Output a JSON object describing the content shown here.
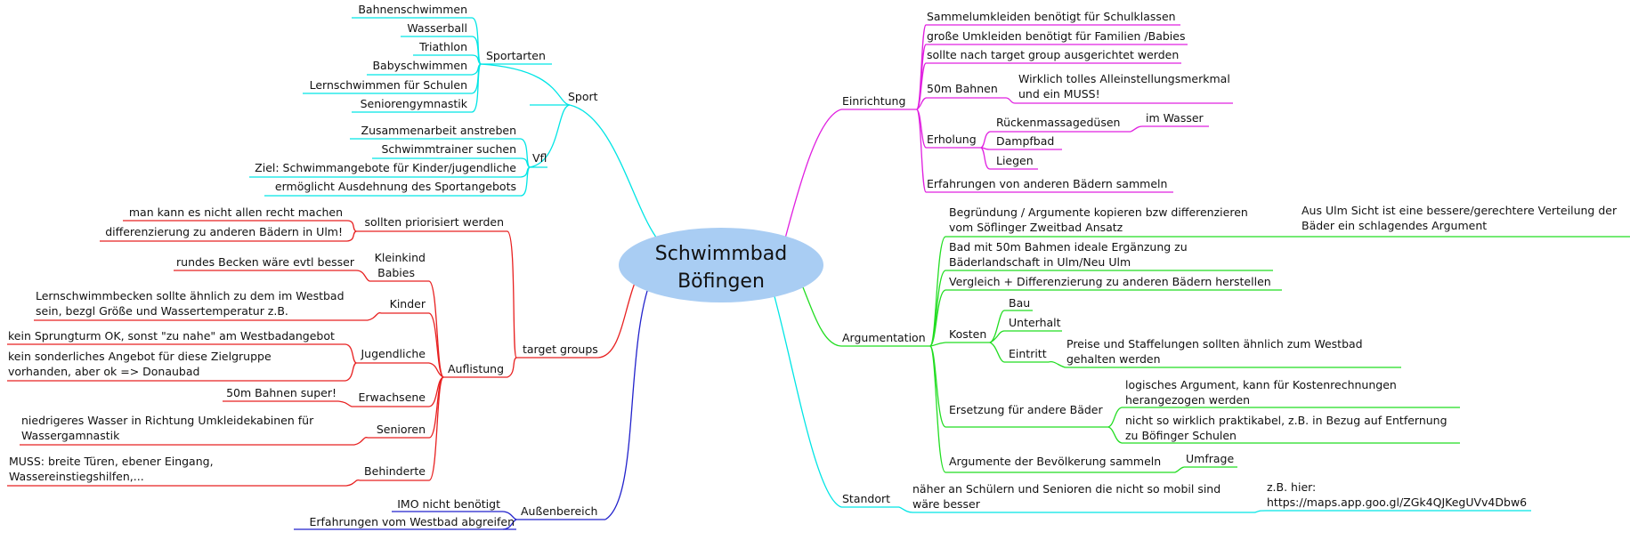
{
  "center": {
    "line1": "Schwimmbad",
    "line2": "Böfingen"
  },
  "colors": {
    "sport": "#00e5e5",
    "target": "#e82020",
    "aussen": "#2222cc",
    "einrichtung": "#e020e0",
    "argumentation": "#22dd22",
    "standort": "#00e5e5",
    "center_fill": "#a9cdf3"
  },
  "sport": {
    "label": "Sport",
    "sportarten": {
      "label": "Sportarten",
      "items": [
        "Bahnenschwimmen",
        "Wasserball",
        "Triathlon",
        "Babyschwimmen",
        "Lernschwimmen für Schulen",
        "Seniorengymnastik"
      ]
    },
    "vfl": {
      "label": "Vfl",
      "items": [
        "Zusammenarbeit anstreben",
        "Schwimmtrainer suchen",
        "Ziel: Schwimmangebote für Kinder/jugendliche",
        "ermöglicht Ausdehnung des Sportangebots"
      ]
    }
  },
  "target": {
    "label": "target groups",
    "priorisiert": {
      "label": "sollten priorisiert werden",
      "items": [
        "man kann es nicht allen recht machen",
        "differenzierung zu anderen Bädern in Ulm!"
      ]
    },
    "auflistung": {
      "label": "Auflistung",
      "kleinkind": {
        "line1": "Kleinkind",
        "line2": "Babies",
        "item": "rundes Becken wäre evtl besser"
      },
      "kinder": {
        "label": "Kinder",
        "item1": "Lernschwimmbecken sollte ähnlich zu dem im Westbad",
        "item2": "sein, bezgl Größe und Wassertemperatur z.B."
      },
      "jugendliche": {
        "label": "Jugendliche",
        "a": "kein Sprungturm OK, sonst \"zu nahe\" am Westbadangebot",
        "b1": "kein sonderliches Angebot für diese Zielgruppe",
        "b2": "vorhanden, aber ok => Donaubad"
      },
      "erwachsene": {
        "label": "Erwachsene",
        "item": "50m Bahnen super!"
      },
      "senioren": {
        "label": "Senioren",
        "item1": "niedrigeres Wasser in Richtung Umkleidekabinen für",
        "item2": "Wassergamnastik"
      },
      "behinderte": {
        "label": "Behinderte",
        "item1": "MUSS: breite Türen, ebener Eingang,",
        "item2": "Wassereinstiegshilfen,..."
      }
    }
  },
  "aussen": {
    "label": "Außenbereich",
    "items": [
      "IMO nicht benötigt",
      "Erfahrungen vom Westbad abgreifen"
    ]
  },
  "einrichtung": {
    "label": "Einrichtung",
    "umkleiden1": "Sammelumkleiden benötigt für Schulklassen",
    "umkleiden2": "große Umkleiden benötigt für Familien /Babies",
    "target": "sollte nach target group ausgerichtet werden",
    "bahnen": {
      "label": "50m Bahnen",
      "item1": "Wirklich tolles Alleinstellungsmerkmal",
      "item2": "und ein MUSS!"
    },
    "erholung": {
      "label": "Erholung",
      "massage": "Rückenmassagedüsen",
      "im_wasser": "im Wasser",
      "dampfbad": "Dampfbad",
      "liegen": "Liegen"
    },
    "erfahrungen": "Erfahrungen von anderen Bädern sammeln"
  },
  "argumentation": {
    "label": "Argumentation",
    "begruendung1": "Begründung / Argumente kopieren bzw differenzieren",
    "begruendung2": "vom Söflinger Zweitbad Ansatz",
    "ulm1": "Aus Ulm Sicht ist eine bessere/gerechtere Verteilung der",
    "ulm2": "Bäder ein schlagendes Argument",
    "bad1": "Bad mit 50m Bahmen ideale Ergänzung zu",
    "bad2": "Bäderlandschaft in Ulm/Neu Ulm",
    "vergleich": "Vergleich + Differenzierung zu anderen Bädern herstellen",
    "kosten": {
      "label": "Kosten",
      "bau": "Bau",
      "unterhalt": "Unterhalt",
      "eintritt": "Eintritt",
      "preise1": "Preise und Staffelungen sollten ähnlich zum Westbad",
      "preise2": "gehalten werden"
    },
    "ersetzung": {
      "label": "Ersetzung für andere Bäder",
      "a1": "logisches Argument, kann für Kostenrechnungen",
      "a2": "herangezogen werden",
      "b1": "nicht so wirklich praktikabel, z.B. in Bezug auf Entfernung",
      "b2": "zu Böfinger Schulen"
    },
    "bevoelkerung": "Argumente der Bevölkerung sammeln",
    "umfrage": "Umfrage"
  },
  "standort": {
    "label": "Standort",
    "item1": "näher an Schülern und Senioren die nicht so mobil sind",
    "item2": "wäre besser",
    "zb1": "z.B. hier:",
    "zb2": "https://maps.app.goo.gl/ZGk4QJKegUVv4Dbw6"
  }
}
